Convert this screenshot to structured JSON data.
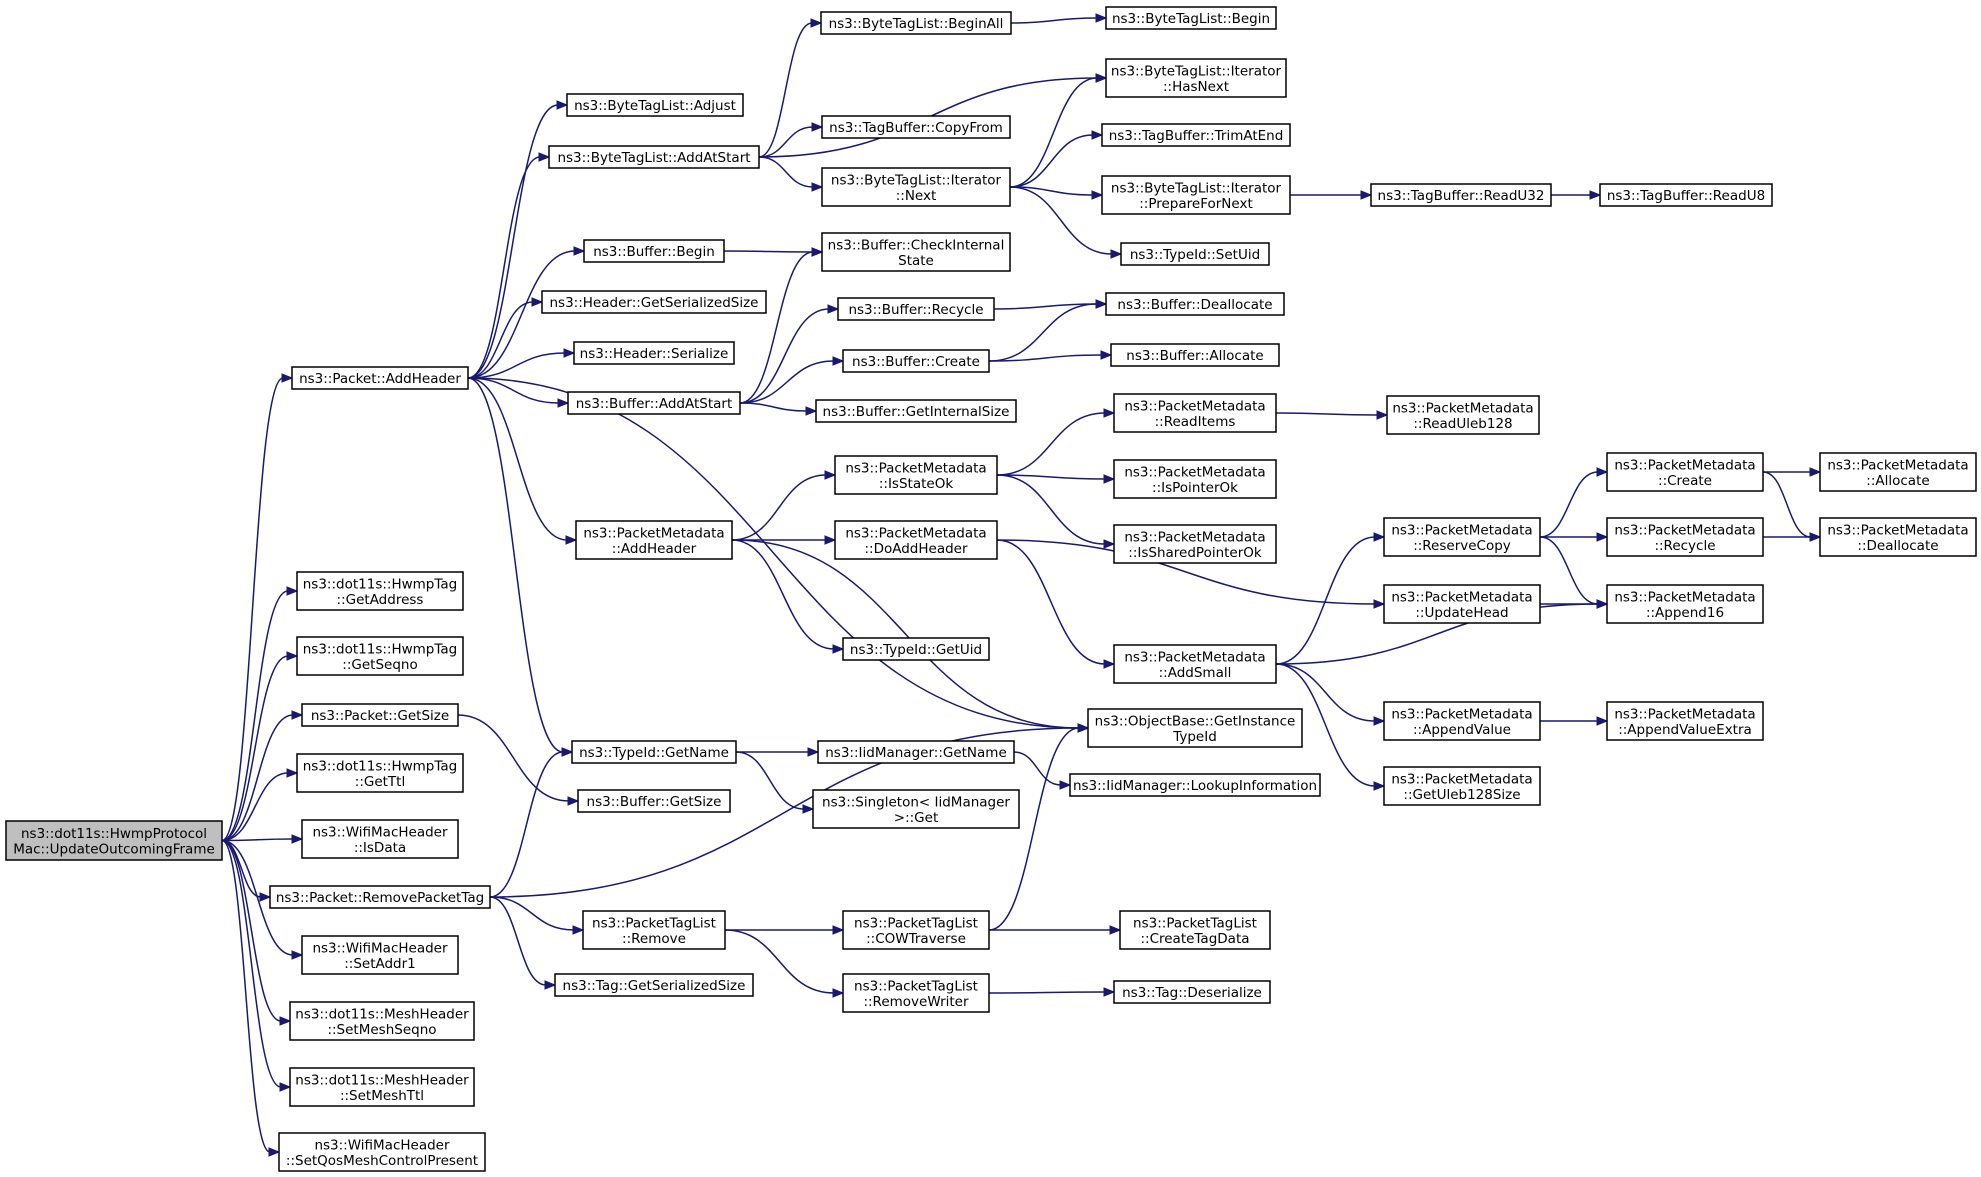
{
  "diagram": {
    "nodes": [
      {
        "id": "root",
        "lines": [
          "ns3::dot11s::HwmpProtocol",
          "Mac::UpdateOutcomingFrame"
        ],
        "root": true
      },
      {
        "id": "pk_addheader",
        "lines": [
          "ns3::Packet::AddHeader"
        ]
      },
      {
        "id": "hwmptag_getaddress",
        "lines": [
          "ns3::dot11s::HwmpTag",
          "::GetAddress"
        ]
      },
      {
        "id": "hwmptag_getseqno",
        "lines": [
          "ns3::dot11s::HwmpTag",
          "::GetSeqno"
        ]
      },
      {
        "id": "pk_getsize",
        "lines": [
          "ns3::Packet::GetSize"
        ]
      },
      {
        "id": "hwmptag_getttl",
        "lines": [
          "ns3::dot11s::HwmpTag",
          "::GetTtl"
        ]
      },
      {
        "id": "wmh_isdata",
        "lines": [
          "ns3::WifiMacHeader",
          "::IsData"
        ]
      },
      {
        "id": "pk_removepackettag",
        "lines": [
          "ns3::Packet::RemovePacketTag"
        ]
      },
      {
        "id": "wmh_setaddr1",
        "lines": [
          "ns3::WifiMacHeader",
          "::SetAddr1"
        ]
      },
      {
        "id": "mesh_setseqno",
        "lines": [
          "ns3::dot11s::MeshHeader",
          "::SetMeshSeqno"
        ]
      },
      {
        "id": "mesh_setttl",
        "lines": [
          "ns3::dot11s::MeshHeader",
          "::SetMeshTtl"
        ]
      },
      {
        "id": "wmh_setqos",
        "lines": [
          "ns3::WifiMacHeader",
          "::SetQosMeshControlPresent"
        ]
      },
      {
        "id": "btl_adjust",
        "lines": [
          "ns3::ByteTagList::Adjust"
        ]
      },
      {
        "id": "btl_addatstart",
        "lines": [
          "ns3::ByteTagList::AddAtStart"
        ]
      },
      {
        "id": "buf_begin",
        "lines": [
          "ns3::Buffer::Begin"
        ]
      },
      {
        "id": "hdr_getserializedsize",
        "lines": [
          "ns3::Header::GetSerializedSize"
        ]
      },
      {
        "id": "hdr_serialize",
        "lines": [
          "ns3::Header::Serialize"
        ]
      },
      {
        "id": "buf_addatstart",
        "lines": [
          "ns3::Buffer::AddAtStart"
        ]
      },
      {
        "id": "pm_addheader",
        "lines": [
          "ns3::PacketMetadata",
          "::AddHeader"
        ]
      },
      {
        "id": "typeid_getname",
        "lines": [
          "ns3::TypeId::GetName"
        ]
      },
      {
        "id": "buf_getsize",
        "lines": [
          "ns3::Buffer::GetSize"
        ]
      },
      {
        "id": "ptl_remove",
        "lines": [
          "ns3::PacketTagList",
          "::Remove"
        ]
      },
      {
        "id": "tag_getserializedsize",
        "lines": [
          "ns3::Tag::GetSerializedSize"
        ]
      },
      {
        "id": "btl_beginall",
        "lines": [
          "ns3::ByteTagList::BeginAll"
        ]
      },
      {
        "id": "tb_copyfrom",
        "lines": [
          "ns3::TagBuffer::CopyFrom"
        ]
      },
      {
        "id": "btli_next",
        "lines": [
          "ns3::ByteTagList::Iterator",
          "::Next"
        ]
      },
      {
        "id": "buf_checkinternalstate",
        "lines": [
          "ns3::Buffer::CheckInternal",
          "State"
        ]
      },
      {
        "id": "buf_recycle",
        "lines": [
          "ns3::Buffer::Recycle"
        ]
      },
      {
        "id": "buf_create",
        "lines": [
          "ns3::Buffer::Create"
        ]
      },
      {
        "id": "buf_getinternalsize",
        "lines": [
          "ns3::Buffer::GetInternalSize"
        ]
      },
      {
        "id": "pm_isstateok",
        "lines": [
          "ns3::PacketMetadata",
          "::IsStateOk"
        ]
      },
      {
        "id": "pm_doaddheader",
        "lines": [
          "ns3::PacketMetadata",
          "::DoAddHeader"
        ]
      },
      {
        "id": "typeid_getuid",
        "lines": [
          "ns3::TypeId::GetUid"
        ]
      },
      {
        "id": "iid_getname",
        "lines": [
          "ns3::IidManager::GetName"
        ]
      },
      {
        "id": "singleton_get",
        "lines": [
          "ns3::Singleton< IidManager",
          " >::Get"
        ]
      },
      {
        "id": "ptl_cowtraverse",
        "lines": [
          "ns3::PacketTagList",
          "::COWTraverse"
        ]
      },
      {
        "id": "ptl_removewriter",
        "lines": [
          "ns3::PacketTagList",
          "::RemoveWriter"
        ]
      },
      {
        "id": "btl_begin",
        "lines": [
          "ns3::ByteTagList::Begin"
        ]
      },
      {
        "id": "btli_hasnext",
        "lines": [
          "ns3::ByteTagList::Iterator",
          "::HasNext"
        ]
      },
      {
        "id": "tb_trimatend",
        "lines": [
          "ns3::TagBuffer::TrimAtEnd"
        ]
      },
      {
        "id": "btli_preparefornext",
        "lines": [
          "ns3::ByteTagList::Iterator",
          "::PrepareForNext"
        ]
      },
      {
        "id": "typeid_setuid",
        "lines": [
          "ns3::TypeId::SetUid"
        ]
      },
      {
        "id": "buf_deallocate",
        "lines": [
          "ns3::Buffer::Deallocate"
        ]
      },
      {
        "id": "buf_allocate",
        "lines": [
          "ns3::Buffer::Allocate"
        ]
      },
      {
        "id": "pm_readitems",
        "lines": [
          "ns3::PacketMetadata",
          "::ReadItems"
        ]
      },
      {
        "id": "pm_ispointerok",
        "lines": [
          "ns3::PacketMetadata",
          "::IsPointerOk"
        ]
      },
      {
        "id": "pm_issharedpointerok",
        "lines": [
          "ns3::PacketMetadata",
          "::IsSharedPointerOk"
        ]
      },
      {
        "id": "pm_addsmall",
        "lines": [
          "ns3::PacketMetadata",
          "::AddSmall"
        ]
      },
      {
        "id": "ob_getinstancetypeid",
        "lines": [
          "ns3::ObjectBase::GetInstance",
          "TypeId"
        ]
      },
      {
        "id": "iid_lookupinformation",
        "lines": [
          "ns3::IidManager::LookupInformation"
        ]
      },
      {
        "id": "ptl_createtagdata",
        "lines": [
          "ns3::PacketTagList",
          "::CreateTagData"
        ]
      },
      {
        "id": "tag_deserialize",
        "lines": [
          "ns3::Tag::Deserialize"
        ]
      },
      {
        "id": "tb_readu32",
        "lines": [
          "ns3::TagBuffer::ReadU32"
        ]
      },
      {
        "id": "tb_readu8",
        "lines": [
          "ns3::TagBuffer::ReadU8"
        ]
      },
      {
        "id": "pm_readuleb128",
        "lines": [
          "ns3::PacketMetadata",
          "::ReadUleb128"
        ]
      },
      {
        "id": "pm_reservecopy",
        "lines": [
          "ns3::PacketMetadata",
          "::ReserveCopy"
        ]
      },
      {
        "id": "pm_updatehead",
        "lines": [
          "ns3::PacketMetadata",
          "::UpdateHead"
        ]
      },
      {
        "id": "pm_appendvalue",
        "lines": [
          "ns3::PacketMetadata",
          "::AppendValue"
        ]
      },
      {
        "id": "pm_getuleb128size",
        "lines": [
          "ns3::PacketMetadata",
          "::GetUleb128Size"
        ]
      },
      {
        "id": "pm_create",
        "lines": [
          "ns3::PacketMetadata",
          "::Create"
        ]
      },
      {
        "id": "pm_recycle",
        "lines": [
          "ns3::PacketMetadata",
          "::Recycle"
        ]
      },
      {
        "id": "pm_append16",
        "lines": [
          "ns3::PacketMetadata",
          "::Append16"
        ]
      },
      {
        "id": "pm_appendvalueextra",
        "lines": [
          "ns3::PacketMetadata",
          "::AppendValueExtra"
        ]
      },
      {
        "id": "pm_allocate",
        "lines": [
          "ns3::PacketMetadata",
          "::Allocate"
        ]
      },
      {
        "id": "pm_deallocate",
        "lines": [
          "ns3::PacketMetadata",
          "::Deallocate"
        ]
      }
    ],
    "edges": [
      [
        "root",
        "pk_addheader"
      ],
      [
        "root",
        "hwmptag_getaddress"
      ],
      [
        "root",
        "hwmptag_getseqno"
      ],
      [
        "root",
        "pk_getsize"
      ],
      [
        "root",
        "hwmptag_getttl"
      ],
      [
        "root",
        "wmh_isdata"
      ],
      [
        "root",
        "pk_removepackettag"
      ],
      [
        "root",
        "wmh_setaddr1"
      ],
      [
        "root",
        "mesh_setseqno"
      ],
      [
        "root",
        "mesh_setttl"
      ],
      [
        "root",
        "wmh_setqos"
      ],
      [
        "pk_addheader",
        "btl_adjust"
      ],
      [
        "pk_addheader",
        "btl_addatstart"
      ],
      [
        "pk_addheader",
        "buf_begin"
      ],
      [
        "pk_addheader",
        "hdr_getserializedsize"
      ],
      [
        "pk_addheader",
        "hdr_serialize"
      ],
      [
        "pk_addheader",
        "buf_addatstart"
      ],
      [
        "pk_addheader",
        "pm_addheader"
      ],
      [
        "pk_addheader",
        "typeid_getname"
      ],
      [
        "pk_addheader",
        "ob_getinstancetypeid"
      ],
      [
        "pk_getsize",
        "buf_getsize"
      ],
      [
        "pk_removepackettag",
        "typeid_getname"
      ],
      [
        "pk_removepackettag",
        "ob_getinstancetypeid"
      ],
      [
        "pk_removepackettag",
        "ptl_remove"
      ],
      [
        "pk_removepackettag",
        "tag_getserializedsize"
      ],
      [
        "btl_addatstart",
        "btl_beginall"
      ],
      [
        "btl_addatstart",
        "btli_hasnext"
      ],
      [
        "btl_addatstart",
        "tb_copyfrom"
      ],
      [
        "btl_addatstart",
        "btli_next"
      ],
      [
        "btl_beginall",
        "btl_begin"
      ],
      [
        "btli_next",
        "btli_hasnext"
      ],
      [
        "btli_next",
        "tb_trimatend"
      ],
      [
        "btli_next",
        "btli_preparefornext"
      ],
      [
        "btli_next",
        "typeid_setuid"
      ],
      [
        "btli_preparefornext",
        "tb_readu32"
      ],
      [
        "tb_readu32",
        "tb_readu8"
      ],
      [
        "buf_begin",
        "buf_checkinternalstate"
      ],
      [
        "buf_addatstart",
        "buf_checkinternalstate"
      ],
      [
        "buf_addatstart",
        "buf_recycle"
      ],
      [
        "buf_addatstart",
        "buf_create"
      ],
      [
        "buf_addatstart",
        "buf_getinternalsize"
      ],
      [
        "buf_recycle",
        "buf_deallocate"
      ],
      [
        "buf_create",
        "buf_deallocate"
      ],
      [
        "buf_create",
        "buf_allocate"
      ],
      [
        "pm_addheader",
        "pm_isstateok"
      ],
      [
        "pm_addheader",
        "pm_doaddheader"
      ],
      [
        "pm_addheader",
        "typeid_getuid"
      ],
      [
        "pm_addheader",
        "ob_getinstancetypeid"
      ],
      [
        "pm_isstateok",
        "pm_readitems"
      ],
      [
        "pm_isstateok",
        "pm_ispointerok"
      ],
      [
        "pm_isstateok",
        "pm_issharedpointerok"
      ],
      [
        "pm_readitems",
        "pm_readuleb128"
      ],
      [
        "pm_doaddheader",
        "pm_updatehead"
      ],
      [
        "pm_doaddheader",
        "pm_addsmall"
      ],
      [
        "pm_addsmall",
        "pm_reservecopy"
      ],
      [
        "pm_addsmall",
        "pm_append16"
      ],
      [
        "pm_addsmall",
        "pm_appendvalue"
      ],
      [
        "pm_addsmall",
        "pm_getuleb128size"
      ],
      [
        "pm_reservecopy",
        "pm_create"
      ],
      [
        "pm_reservecopy",
        "pm_recycle"
      ],
      [
        "pm_reservecopy",
        "pm_append16"
      ],
      [
        "pm_updatehead",
        "pm_append16"
      ],
      [
        "pm_create",
        "pm_allocate"
      ],
      [
        "pm_create",
        "pm_deallocate"
      ],
      [
        "pm_recycle",
        "pm_deallocate"
      ],
      [
        "pm_appendvalue",
        "pm_appendvalueextra"
      ],
      [
        "typeid_getname",
        "iid_getname"
      ],
      [
        "typeid_getname",
        "singleton_get"
      ],
      [
        "iid_getname",
        "iid_lookupinformation"
      ],
      [
        "ptl_remove",
        "ptl_cowtraverse"
      ],
      [
        "ptl_remove",
        "ptl_removewriter"
      ],
      [
        "ptl_cowtraverse",
        "ob_getinstancetypeid"
      ],
      [
        "ptl_cowtraverse",
        "ptl_createtagdata"
      ],
      [
        "ptl_removewriter",
        "tag_deserialize"
      ]
    ],
    "colors": {
      "edge": "#191970",
      "node_border": "#000000",
      "root_fill": "#bfbfbf",
      "node_fill": "#ffffff"
    }
  }
}
